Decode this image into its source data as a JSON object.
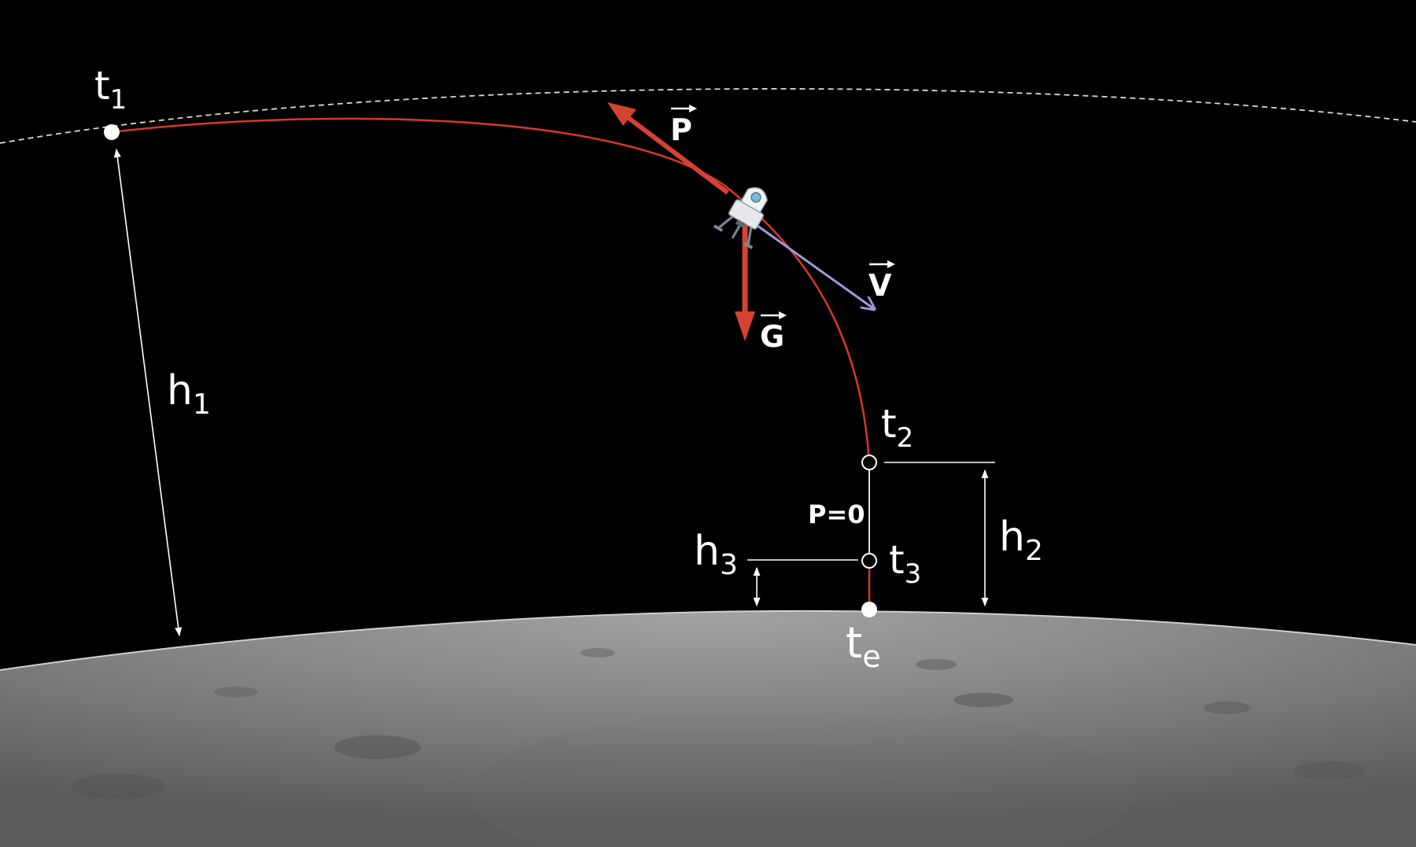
{
  "labels": {
    "t1": {
      "base": "t",
      "sub": "1"
    },
    "t2": {
      "base": "t",
      "sub": "2"
    },
    "t3": {
      "base": "t",
      "sub": "3"
    },
    "te": {
      "base": "t",
      "sub": "e"
    },
    "h1": {
      "base": "h",
      "sub": "1"
    },
    "h2": {
      "base": "h",
      "sub": "2"
    },
    "h3": {
      "base": "h",
      "sub": "3"
    },
    "thrust_off": "P=0"
  },
  "vectors": {
    "thrust": "P",
    "gravity": "G",
    "velocity": "V"
  },
  "icons": {
    "lander": "lunar-lander-icon"
  },
  "colors": {
    "background": "#000000",
    "trajectory": "#d6382c",
    "force_vector": "#d64232",
    "velocity_vector": "#9a9cd8",
    "orbit_line": "#d8d8d8",
    "moon_surface": "#8c8c8c",
    "label": "#ffffff"
  }
}
